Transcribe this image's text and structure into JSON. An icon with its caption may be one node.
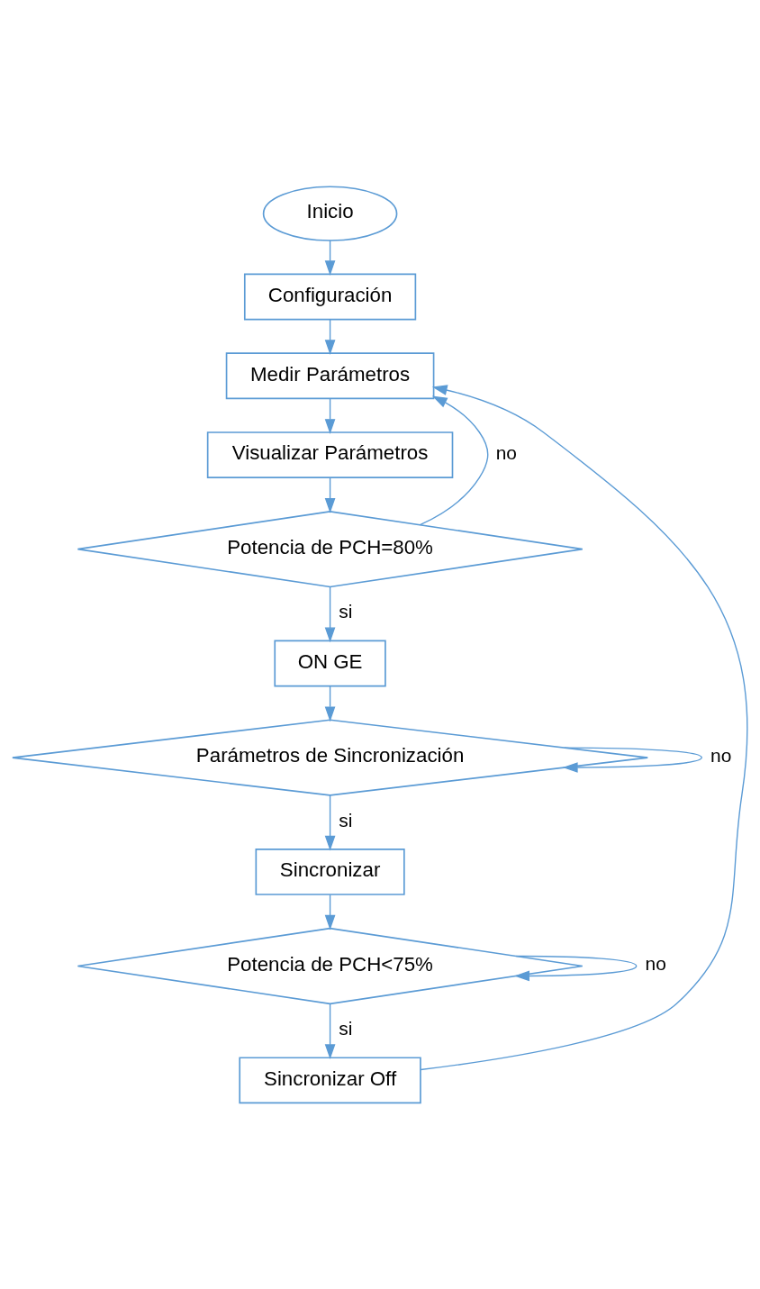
{
  "diagram": {
    "nodes": [
      {
        "text": [
          "Inicio"
        ]
      },
      {
        "text": [
          "Configuración"
        ]
      },
      {
        "text": [
          "Medir Parámetros"
        ]
      },
      {
        "text": [
          "Visualizar Parámetros"
        ]
      },
      {
        "text": [
          "Potencia de PCH=80%"
        ]
      },
      {
        "text": [
          "ON GE"
        ]
      },
      {
        "text": [
          "Parámetros de Sincronización"
        ]
      },
      {
        "text": [
          "Sincronizar"
        ]
      },
      {
        "text": [
          "Potencia de PCH<75%"
        ]
      },
      {
        "text": [
          "Sincronizar Off"
        ]
      }
    ],
    "edges": [
      {
        "from": 0,
        "to": 1,
        "arrow": "to"
      },
      {
        "from": 1,
        "to": 2,
        "arrow": "to"
      },
      {
        "from": 2,
        "to": 3,
        "arrow": "to"
      },
      {
        "from": 3,
        "to": 4,
        "arrow": "to"
      },
      {
        "from": 4,
        "to": 2,
        "arrow": "to",
        "label": "no"
      },
      {
        "from": 4,
        "to": 5,
        "arrow": "to",
        "label": "si"
      },
      {
        "from": 5,
        "to": 6,
        "arrow": "to"
      },
      {
        "from": 6,
        "to": 6,
        "arrow": "to",
        "label": "no"
      },
      {
        "from": 6,
        "to": 7,
        "arrow": "to",
        "label": "si"
      },
      {
        "from": 7,
        "to": 8,
        "arrow": "to"
      },
      {
        "from": 8,
        "to": 8,
        "arrow": "to",
        "label": "no"
      },
      {
        "from": 8,
        "to": 9,
        "arrow": "to",
        "label": "si"
      },
      {
        "from": 9,
        "to": 2,
        "arrow": "to"
      }
    ]
  }
}
